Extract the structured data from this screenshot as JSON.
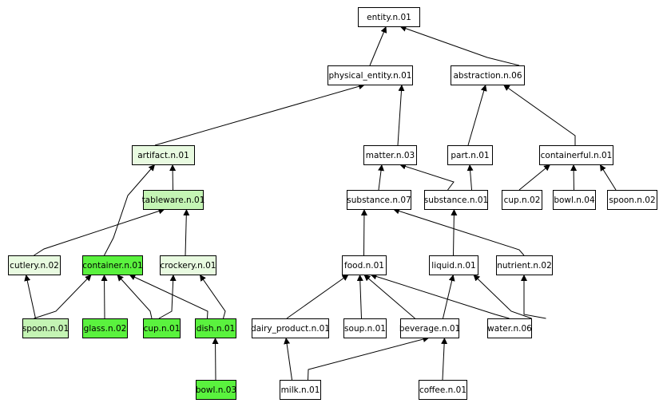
{
  "colors": {
    "none": "#ffffff",
    "light": "#e8fae0",
    "medium": "#c4f4b4",
    "strong": "#5af23e",
    "stroke": "#000000"
  },
  "nodes": [
    {
      "id": "entity_n01",
      "label": "entity.n.01",
      "fill": "none"
    },
    {
      "id": "physical_entity_n01",
      "label": "physical_entity.n.01",
      "fill": "none"
    },
    {
      "id": "abstraction_n06",
      "label": "abstraction.n.06",
      "fill": "none"
    },
    {
      "id": "artifact_n01",
      "label": "artifact.n.01",
      "fill": "light"
    },
    {
      "id": "matter_n03",
      "label": "matter.n.03",
      "fill": "none"
    },
    {
      "id": "part_n01",
      "label": "part.n.01",
      "fill": "none"
    },
    {
      "id": "containerful_n01",
      "label": "containerful.n.01",
      "fill": "none"
    },
    {
      "id": "tableware_n01",
      "label": "tableware.n.01",
      "fill": "medium"
    },
    {
      "id": "substance_n07",
      "label": "substance.n.07",
      "fill": "none"
    },
    {
      "id": "substance_n01",
      "label": "substance.n.01",
      "fill": "none"
    },
    {
      "id": "cup_n02",
      "label": "cup.n.02",
      "fill": "none"
    },
    {
      "id": "bowl_n04",
      "label": "bowl.n.04",
      "fill": "none"
    },
    {
      "id": "spoon_n02",
      "label": "spoon.n.02",
      "fill": "none"
    },
    {
      "id": "cutlery_n02",
      "label": "cutlery.n.02",
      "fill": "light"
    },
    {
      "id": "container_n01",
      "label": "container.n.01",
      "fill": "strong"
    },
    {
      "id": "crockery_n01",
      "label": "crockery.n.01",
      "fill": "light"
    },
    {
      "id": "food_n01",
      "label": "food.n.01",
      "fill": "none"
    },
    {
      "id": "liquid_n01",
      "label": "liquid.n.01",
      "fill": "none"
    },
    {
      "id": "nutrient_n02",
      "label": "nutrient.n.02",
      "fill": "none"
    },
    {
      "id": "spoon_n01",
      "label": "spoon.n.01",
      "fill": "medium"
    },
    {
      "id": "glass_n02",
      "label": "glass.n.02",
      "fill": "strong"
    },
    {
      "id": "cup_n01",
      "label": "cup.n.01",
      "fill": "strong"
    },
    {
      "id": "dish_n01",
      "label": "dish.n.01",
      "fill": "strong"
    },
    {
      "id": "dairy_product_n01",
      "label": "dairy_product.n.01",
      "fill": "none"
    },
    {
      "id": "soup_n01",
      "label": "soup.n.01",
      "fill": "none"
    },
    {
      "id": "beverage_n01",
      "label": "beverage.n.01",
      "fill": "none"
    },
    {
      "id": "water_n06",
      "label": "water.n.06",
      "fill": "none"
    },
    {
      "id": "bowl_n03",
      "label": "bowl.n.03",
      "fill": "strong"
    },
    {
      "id": "milk_n01",
      "label": "milk.n.01",
      "fill": "none"
    },
    {
      "id": "coffee_n01",
      "label": "coffee.n.01",
      "fill": "none"
    }
  ],
  "edges": [
    [
      "physical_entity_n01",
      "entity_n01"
    ],
    [
      "abstraction_n06",
      "entity_n01"
    ],
    [
      "artifact_n01",
      "physical_entity_n01"
    ],
    [
      "matter_n03",
      "physical_entity_n01"
    ],
    [
      "part_n01",
      "abstraction_n06"
    ],
    [
      "containerful_n01",
      "abstraction_n06"
    ],
    [
      "tableware_n01",
      "artifact_n01"
    ],
    [
      "container_n01",
      "artifact_n01"
    ],
    [
      "substance_n07",
      "matter_n03"
    ],
    [
      "substance_n01",
      "matter_n03"
    ],
    [
      "substance_n01",
      "part_n01"
    ],
    [
      "cup_n02",
      "containerful_n01"
    ],
    [
      "bowl_n04",
      "containerful_n01"
    ],
    [
      "spoon_n02",
      "containerful_n01"
    ],
    [
      "cutlery_n02",
      "tableware_n01"
    ],
    [
      "crockery_n01",
      "tableware_n01"
    ],
    [
      "food_n01",
      "substance_n07"
    ],
    [
      "nutrient_n02",
      "substance_n07"
    ],
    [
      "liquid_n01",
      "substance_n01"
    ],
    [
      "spoon_n01",
      "cutlery_n02"
    ],
    [
      "spoon_n01",
      "container_n01"
    ],
    [
      "glass_n02",
      "container_n01"
    ],
    [
      "cup_n01",
      "container_n01"
    ],
    [
      "dish_n01",
      "container_n01"
    ],
    [
      "cup_n01",
      "crockery_n01"
    ],
    [
      "dish_n01",
      "crockery_n01"
    ],
    [
      "dairy_product_n01",
      "food_n01"
    ],
    [
      "soup_n01",
      "food_n01"
    ],
    [
      "beverage_n01",
      "food_n01"
    ],
    [
      "beverage_n01",
      "liquid_n01"
    ],
    [
      "water_n06",
      "food_n01"
    ],
    [
      "water_n06",
      "liquid_n01"
    ],
    [
      "water_n06",
      "nutrient_n02"
    ],
    [
      "bowl_n03",
      "dish_n01"
    ],
    [
      "milk_n01",
      "dairy_product_n01"
    ],
    [
      "milk_n01",
      "beverage_n01"
    ],
    [
      "coffee_n01",
      "beverage_n01"
    ]
  ]
}
